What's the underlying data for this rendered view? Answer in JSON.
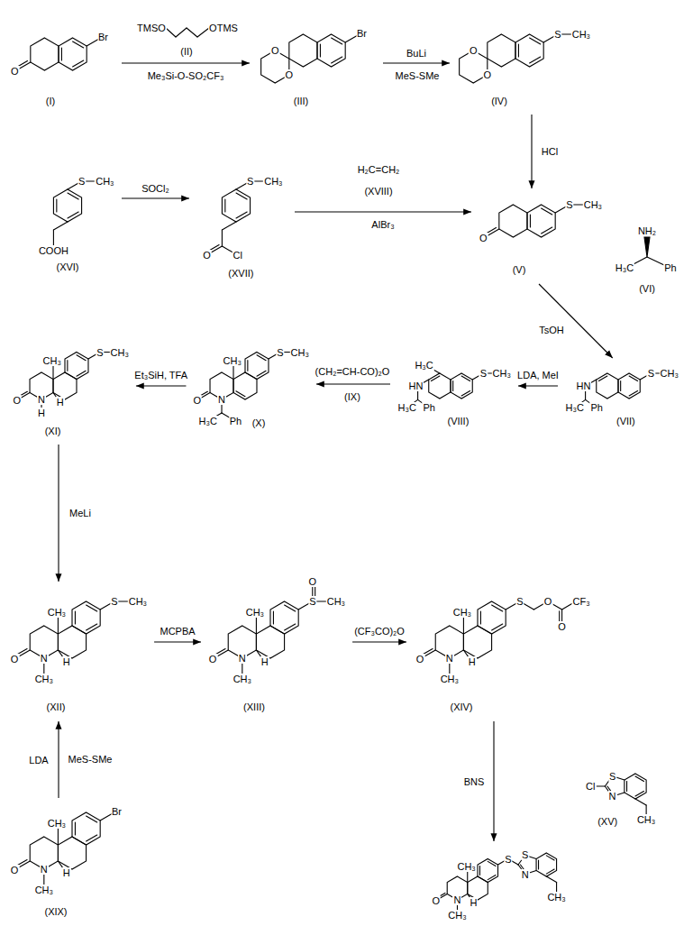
{
  "diagram": {
    "nodes": [
      {
        "text": [
          "Br",
          "O",
          "(I)"
        ]
      },
      {
        "text": [
          "TMSO",
          "OTMS",
          "(II)"
        ]
      },
      {
        "text": [
          "Br",
          "O",
          "O",
          "(III)"
        ]
      },
      {
        "text": [
          "S",
          "CH₃",
          "O",
          "O",
          "(IV)"
        ]
      },
      {
        "text": [
          "S",
          "CH₃",
          "COOH",
          "(XVI)"
        ]
      },
      {
        "text": [
          "S",
          "CH₃",
          "O",
          "Cl",
          "(XVII)"
        ]
      },
      {
        "text": [
          "H₂C=CH₂",
          "(XVIII)"
        ]
      },
      {
        "text": [
          "S",
          "CH₃",
          "O",
          "(V)"
        ]
      },
      {
        "text": [
          "NH₂",
          "H₃C",
          "Ph",
          "(VI)"
        ]
      },
      {
        "text": [
          "CH₃",
          "S",
          "CH₃",
          "O",
          "N",
          "H",
          "H",
          "(XI)"
        ]
      },
      {
        "text": [
          "CH₃",
          "S",
          "CH₃",
          "O",
          "N",
          "H₃C",
          "Ph",
          "(X)"
        ]
      },
      {
        "text": [
          "(CH₂=CH-CO)₂O",
          "(IX)"
        ]
      },
      {
        "text": [
          "S",
          "CH₃",
          "H₃C",
          "HN",
          "H₃C",
          "Ph",
          "(VIII)"
        ]
      },
      {
        "text": [
          "S",
          "CH₃",
          "HN",
          "H₃C",
          "Ph",
          "(VII)"
        ]
      },
      {
        "text": [
          "CH₃",
          "S",
          "CH₃",
          "O",
          "N",
          "CH₃",
          "H",
          "(XII)"
        ]
      },
      {
        "text": [
          "O",
          "CH₃",
          "S",
          "CH₃",
          "O",
          "N",
          "CH₃",
          "H",
          "(XIII)"
        ]
      },
      {
        "text": [
          "CH₃",
          "S",
          "O",
          "O",
          "CF₃",
          "O",
          "N",
          "CH₃",
          "H",
          "(XIV)"
        ]
      },
      {
        "text": [
          "S",
          "Cl",
          "N",
          "CH₃",
          "(XV)"
        ]
      },
      {
        "text": [
          "CH₃",
          "Br",
          "O",
          "N",
          "CH₃",
          "H",
          "(XIX)"
        ]
      },
      {
        "text": [
          "CH₃",
          "S",
          "S",
          "N",
          "CH₃",
          "O",
          "N",
          "CH₃",
          "H"
        ]
      }
    ],
    "edges": [
      {
        "from": 0,
        "to": 2,
        "label": "Me₃Si-O-SO₂CF₃",
        "arrow": "to"
      },
      {
        "from": 2,
        "to": 3,
        "label": "BuLi",
        "arrow": "to"
      },
      {
        "from": 3,
        "to": 7,
        "label": "HCl",
        "arrow": "to"
      },
      {
        "from": 4,
        "to": 5,
        "label": "SOCl₂",
        "arrow": "to"
      },
      {
        "from": 5,
        "to": 7,
        "label": "AlBr₃",
        "arrow": "to"
      },
      {
        "from": 7,
        "to": 13,
        "label": "TsOH",
        "arrow": "to"
      },
      {
        "from": 13,
        "to": 12,
        "label": "LDA, MeI",
        "arrow": "to"
      },
      {
        "from": 12,
        "to": 10,
        "arrow": "to"
      },
      {
        "from": 10,
        "to": 9,
        "label": "Et₃SiH, TFA",
        "arrow": "to"
      },
      {
        "from": 9,
        "to": 14,
        "label": "MeLi",
        "arrow": "to"
      },
      {
        "from": 14,
        "to": 15,
        "label": "MCPBA",
        "arrow": "to"
      },
      {
        "from": 15,
        "to": 16,
        "label": "(CF₃CO)₂O",
        "arrow": "to"
      },
      {
        "from": 16,
        "to": 19,
        "label": "BNS",
        "arrow": "to"
      },
      {
        "from": 18,
        "to": 14,
        "label": "LDA",
        "arrow": "to"
      }
    ],
    "labels": [
      "MeS-SMe",
      "MeS-SMe"
    ]
  }
}
